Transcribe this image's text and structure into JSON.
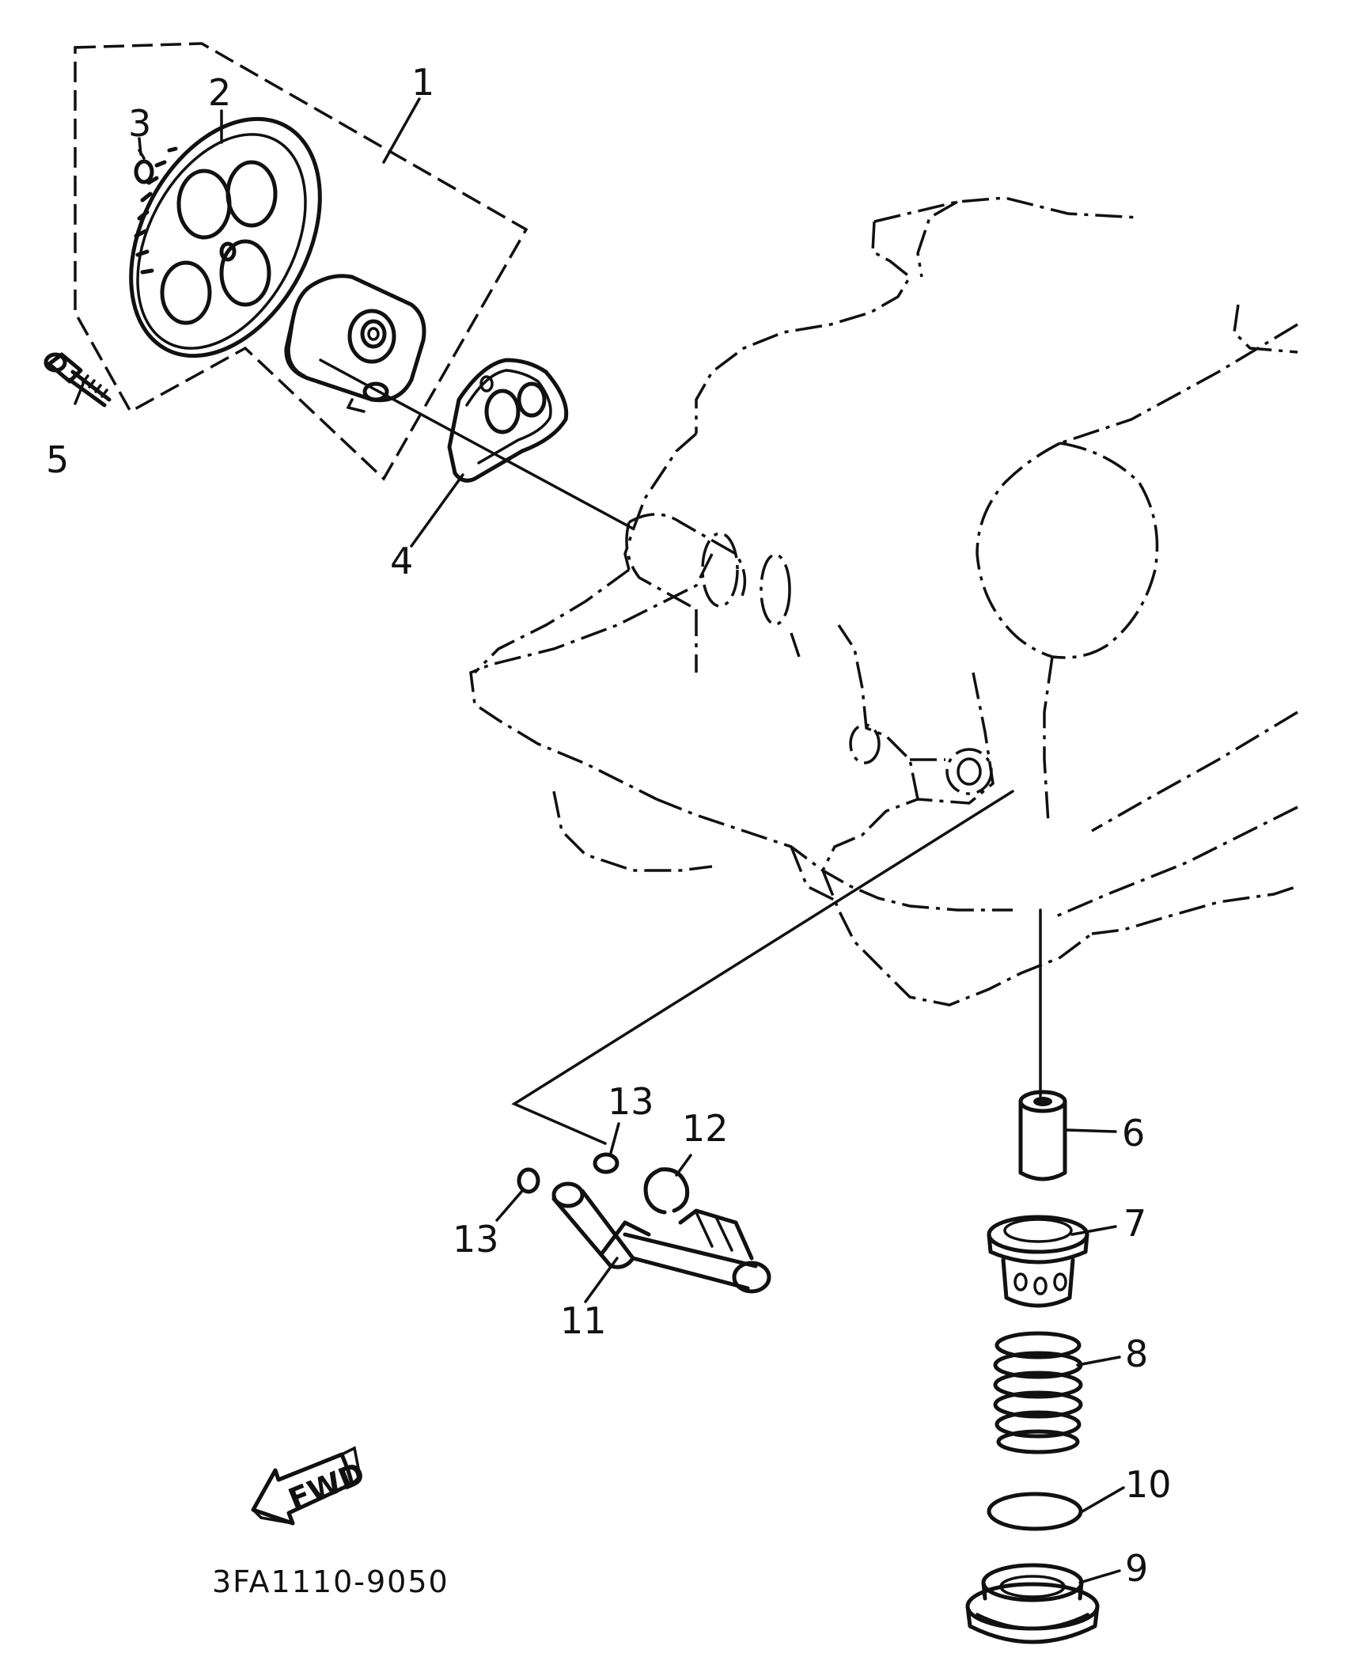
{
  "callouts": {
    "c1": "1",
    "c2": "2",
    "c3": "3",
    "c4": "4",
    "c5": "5",
    "c6": "6",
    "c7": "7",
    "c8": "8",
    "c9": "9",
    "c10": "10",
    "c11": "11",
    "c12": "12",
    "c13a": "13",
    "c13b": "13"
  },
  "fwd_label": "FWD",
  "catalog_code": "3FA1110-9050"
}
